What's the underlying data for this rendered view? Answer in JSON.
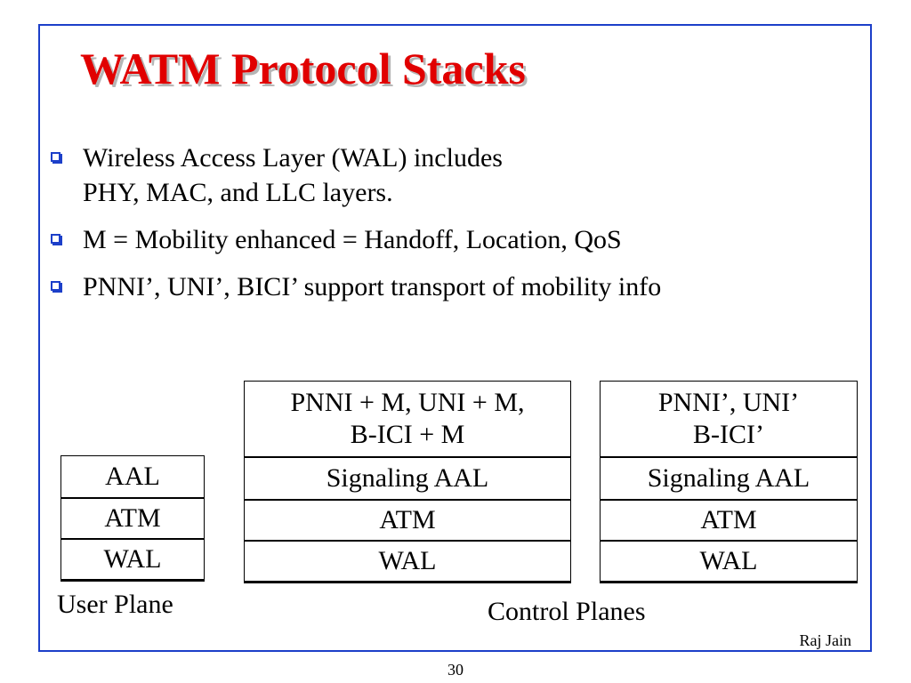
{
  "title": "WATM Protocol Stacks",
  "bullets": [
    {
      "line1": "Wireless Access Layer (WAL) includes",
      "line2": "PHY, MAC, and LLC layers."
    },
    {
      "line1": "M = Mobility enhanced = Handoff, Location, QoS"
    },
    {
      "line1": "PNNI’, UNI’, BICI’ support transport of mobility info"
    }
  ],
  "user_plane": {
    "layers": [
      "AAL",
      "ATM",
      "WAL"
    ],
    "caption": "User Plane"
  },
  "control_plane_1": {
    "top_line1": "PNNI + M, UNI + M,",
    "top_line2": "B-ICI + M",
    "layers": [
      "Signaling AAL",
      "ATM",
      "WAL"
    ]
  },
  "control_plane_2": {
    "top_line1": "PNNI’, UNI’",
    "top_line2": "B-ICI’",
    "layers": [
      "Signaling AAL",
      "ATM",
      "WAL"
    ]
  },
  "control_planes_caption": "Control Planes",
  "author": "Raj Jain",
  "page_number": "30",
  "colors": {
    "title": "#e10000",
    "frame": "#1c3fc9",
    "bullet": "#1c3fc9"
  }
}
